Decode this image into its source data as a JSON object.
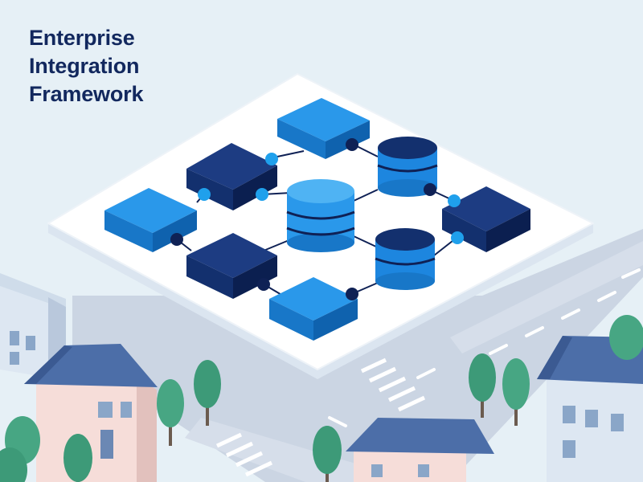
{
  "title": {
    "lines": [
      "Enterprise",
      "Integration",
      "Framework"
    ]
  },
  "palette": {
    "background": "#e6f0f6",
    "platform": "#ffffff",
    "block_dark": "#13306e",
    "block_light": "#1d86df",
    "connector_dark": "#0f2155",
    "connector_light": "#1fa0ec",
    "road": "#cbd5e3",
    "tree": "#3d9a78",
    "roof": "#4c6ea8",
    "wall_pink": "#f6ddd9",
    "wall_blue": "#dde7f2"
  },
  "icons": {
    "node": "cube-icon",
    "storage": "database-cylinder-icon",
    "link": "connector-dot-icon"
  }
}
